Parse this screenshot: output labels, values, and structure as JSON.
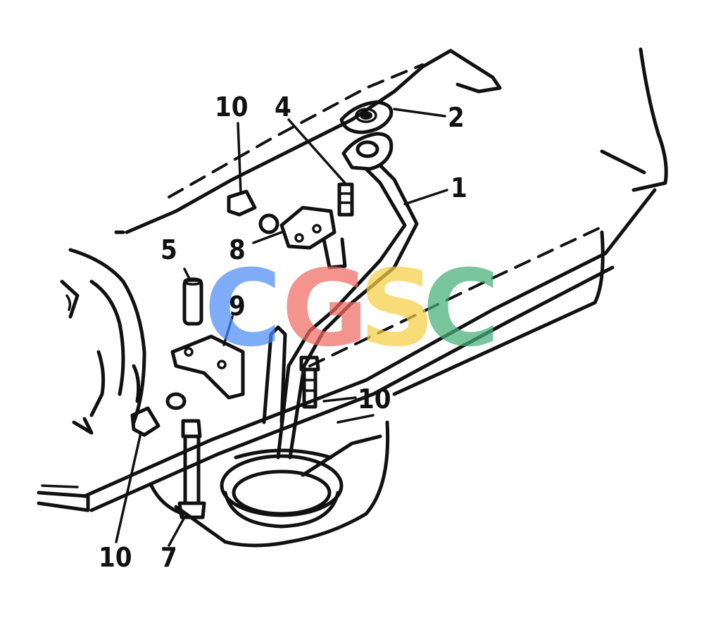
{
  "callouts": {
    "c1": "1",
    "c2": "2",
    "c4": "4",
    "c5": "5",
    "c7": "7",
    "c8": "8",
    "c9": "9",
    "c10_top": "10",
    "c10_right": "10",
    "c10_bottom": "10"
  },
  "watermark": {
    "letters": [
      "C",
      "G",
      "S",
      "C"
    ],
    "colors": [
      "#4f8df5",
      "#ef6b63",
      "#f5cf45",
      "#46b07a"
    ]
  }
}
